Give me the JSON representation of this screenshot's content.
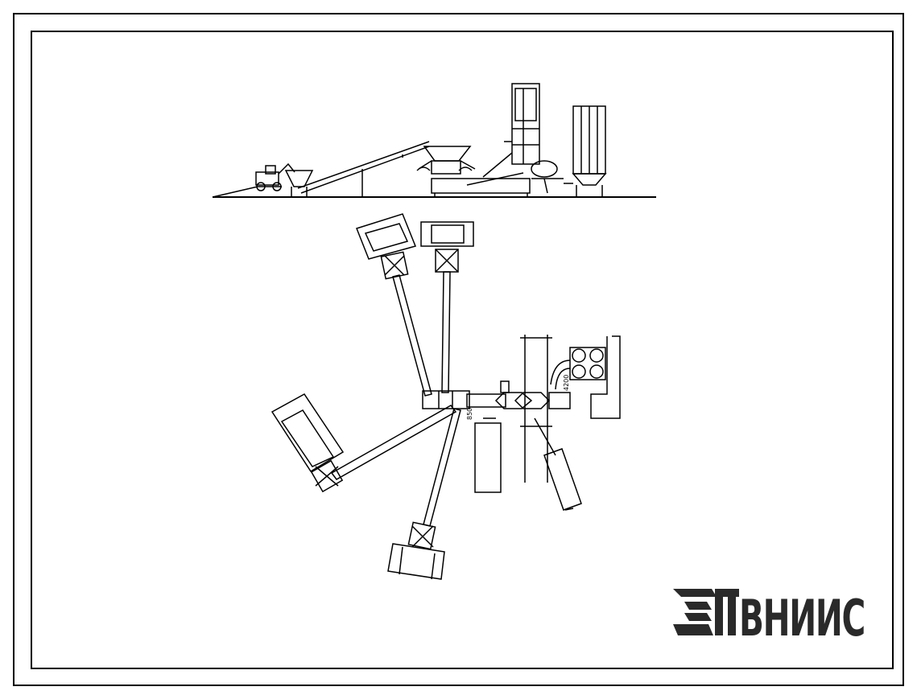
{
  "drawing": {
    "stamp_logo": "ВНИИС",
    "dimensions": {
      "width_mark": "850",
      "height_mark": "4200"
    }
  },
  "colors": {
    "ink": "#000000",
    "paper": "#ffffff",
    "logo": "#2a2a2a"
  },
  "elevation_components": [
    "loader",
    "receiving-hopper",
    "inclined-conveyor",
    "storage-bin",
    "mixing-tower",
    "concrete-mixer",
    "cement-silos"
  ],
  "plan_components": [
    "aggregate-bins",
    "belt-conveyors",
    "central-node",
    "mixer-unit",
    "silo-group",
    "truck-bay"
  ]
}
